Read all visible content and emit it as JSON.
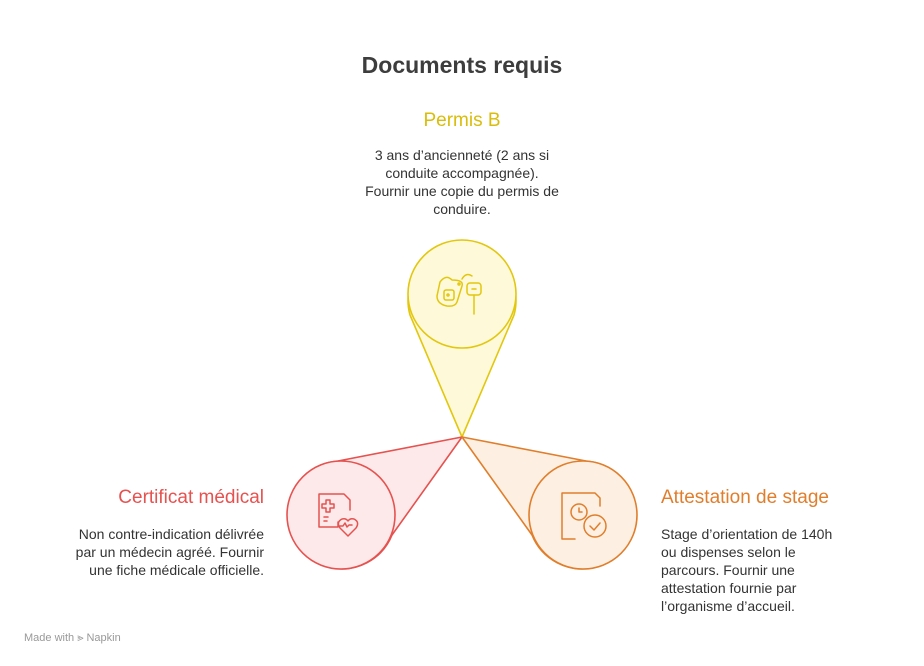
{
  "title": "Documents requis",
  "items": [
    {
      "heading": "Permis B",
      "text": "3 ans d’ancienneté (2 ans si conduite accompagnée). Fournir une copie du permis de conduire.",
      "icon": "car-key-icon",
      "color": "#e2c70e",
      "fill": "#fef9d9"
    },
    {
      "heading": "Certificat médical",
      "text": "Non contre-indication délivrée par un médecin agréé. Fournir une fiche médicale officielle.",
      "icon": "medical-document-icon",
      "color": "#e5524f",
      "fill": "#fde9e9"
    },
    {
      "heading": "Attestation de stage",
      "text": "Stage d’orientation de 140h ou dispenses selon le parcours. Fournir une attestation fournie par l’organisme d’accueil.",
      "icon": "document-clock-check-icon",
      "color": "#e07e2c",
      "fill": "#fdf0e2"
    }
  ],
  "footer": {
    "made_with": "Made with",
    "brand": "Napkin"
  }
}
